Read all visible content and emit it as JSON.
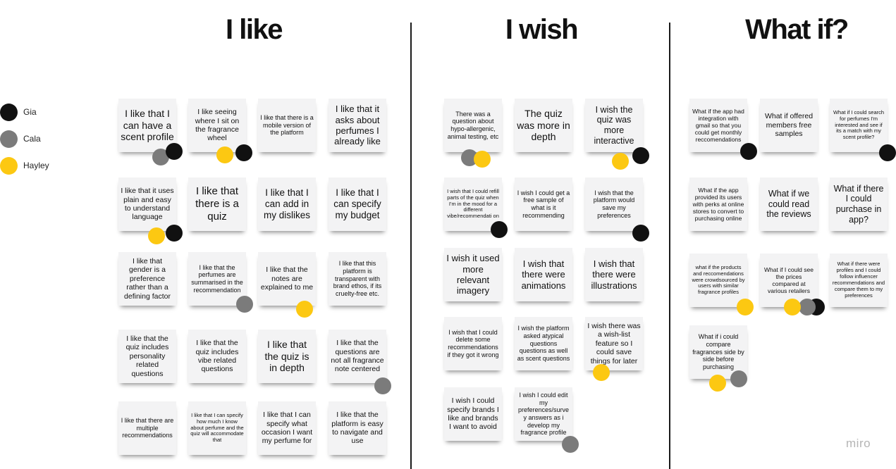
{
  "columns": [
    {
      "title": "I like"
    },
    {
      "title": "I wish"
    },
    {
      "title": "What if?"
    }
  ],
  "legend": [
    {
      "name": "Gia",
      "color": "#111111"
    },
    {
      "name": "Cala",
      "color": "#7b7b7b"
    },
    {
      "name": "Hayley",
      "color": "#fcc812"
    }
  ],
  "notes": {
    "like": [
      "I like that I can have a scent profile",
      "I like seeing where I sit on the fragrance wheel",
      "I like that there is a mobile version of the platform",
      "I like that it asks about perfumes I already like",
      "I like that it uses plain and easy to understand language",
      "I like that there is a quiz",
      "I like that I can add in my dislikes",
      "I like that I can specify my budget",
      "I like that gender is a preference rather than a defining factor",
      "I like that the perfumes are summarised in the recommendation",
      "I like that the notes are explained to me",
      "I like that this platform is transparent with brand ethos, if its cruelty-free etc.",
      "I like that the quiz includes personality related questions",
      "I like that the quiz includes vibe related questions",
      "I like that the quiz is in depth",
      "I like that the questions are not all fragrance note centered",
      "I like that there are multiple recommendations",
      "I like that I can specify how much I know about perfume and the quiz will accommodate that",
      "I like that I can specify what occasion I want my perfume for",
      "I like that the platform is easy to navigate and use"
    ],
    "wish": [
      "There was a question about hypo-allergenic, animal testing, etc",
      "The quiz was more in depth",
      "I wish the quiz was more interactive",
      "I wish that I could refill parts of the quiz when I'm in the mood for a different vibe/recommendati on",
      "I wish I could get a free sample of what is it recommending",
      "I wish that the platform would save my preferences",
      "I wish it used more relevant imagery",
      "I wish that there were animations",
      "I wish that there were illustrations",
      "I wish that I could delete some recommendations if they got it wrong",
      "I wish the platform asked atypical questions questions as well as scent questions",
      "I wish there was a wish-list feature so I could save things for later",
      "I wish I could specify brands I like and brands I want to avoid",
      "I wish I could edit my preferences/surve y answers as i develop my fragrance profile"
    ],
    "whatif": [
      "What if the app had integration with gmail so that you could get monthly reccomendations",
      "What if offered members free samples",
      "What if I could search for perfumes I'm interested and see if its a match with my scent profile?",
      "What if the app provided its users with perks at online stores to convert to purchasing online",
      "What if we could read the reviews",
      "What if there I could purchase in app?",
      "what if the products and reccomendations were crowdsourced by users with similar fragrance profiles",
      "What if I could see the prices compared at various retailers",
      "What if there were profiles and I could follow influencer recommendations and compare them to my preferences",
      "What if i could compare fragrances side by side before purchasing"
    ]
  },
  "brand": "miro"
}
